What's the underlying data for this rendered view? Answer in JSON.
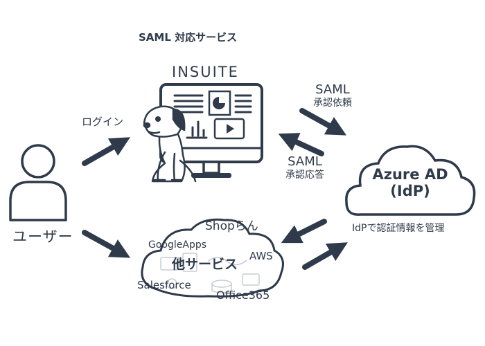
{
  "diagram": {
    "saml_services_title": "SAML 対応サービス",
    "app_name": "INSUITE",
    "user_label": "ユーザー",
    "login_label": "ログイン",
    "saml_request_line1": "SAML",
    "saml_request_line2": "承認依頼",
    "saml_response_line1": "SAML",
    "saml_response_line2": "承認応答",
    "idp_line1": "Azure AD",
    "idp_line2": "(IdP)",
    "idp_caption": "IdPで認証情報を管理",
    "other_services_label": "他サービス",
    "services": [
      "Shopらん",
      "GoogleApps",
      "AWS",
      "Salesforce",
      "Office365"
    ]
  },
  "colors": {
    "ink": "#2f3a4a",
    "arrow": "#2f3a4a",
    "monitor_screen": "#ffffff",
    "dog_ear": "#2f3a4a"
  },
  "icons": [
    "user-icon",
    "monitor-icon",
    "dog-mascot-icon",
    "cloud-icon"
  ]
}
